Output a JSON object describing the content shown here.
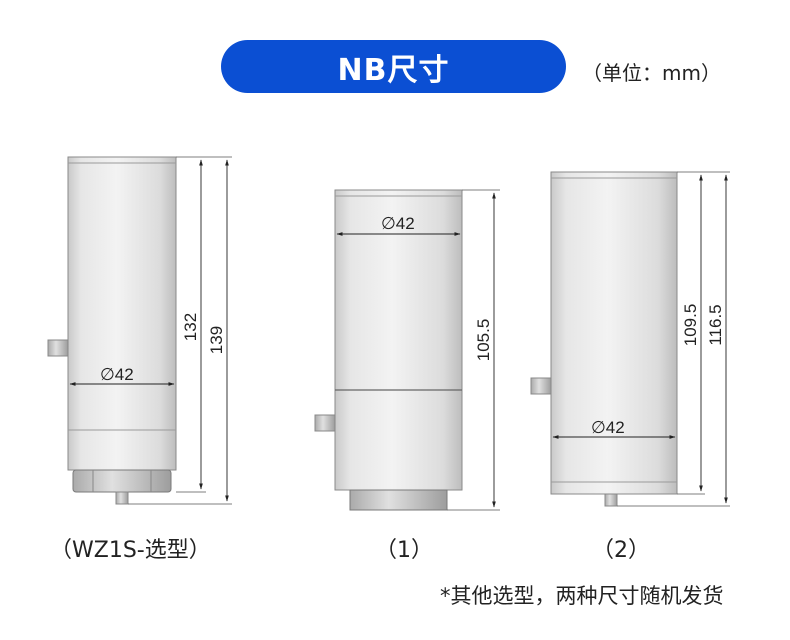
{
  "header": {
    "title": "NB尺寸",
    "unit": "（单位：mm）"
  },
  "colors": {
    "accent": "#0b4fd3"
  },
  "figures": [
    {
      "caption": "（WZ1S-选型）",
      "diameter": "∅42",
      "height_inner": "132",
      "height_outer": "139"
    },
    {
      "caption": "（1）",
      "diameter": "∅42",
      "height": "105.5"
    },
    {
      "caption": "（2）",
      "diameter": "∅42",
      "height_inner": "109.5",
      "height_outer": "116.5"
    }
  ],
  "footnote": "*其他选型，两种尺寸随机发货"
}
